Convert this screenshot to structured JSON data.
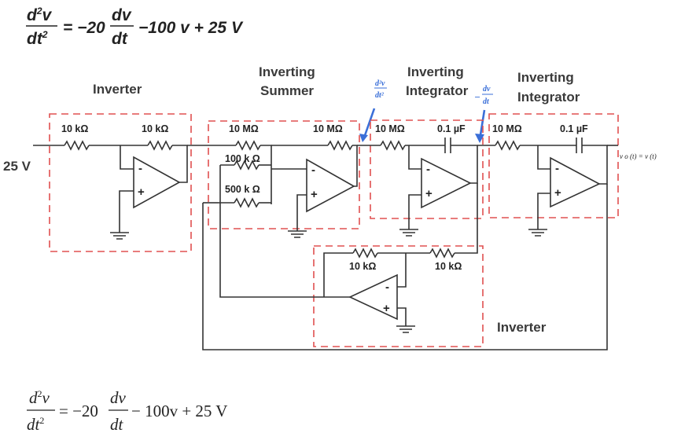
{
  "equation_top": {
    "num1": "d",
    "num1_sup": "2",
    "num1_var": "v",
    "den1": "dt",
    "den1_sup": "2",
    "eq_coeff": "= −20",
    "num2": "dv",
    "den2": "dt",
    "rest": "−100  v + 25 V"
  },
  "equation_bottom": {
    "num1": "d",
    "num1_sup": "2",
    "num1_var": "v",
    "den1": "dt",
    "den1_sup": "2",
    "eq_coeff": "= −20",
    "num2": "dv",
    "den2": "dt",
    "rest": "− 100v + 25 V"
  },
  "input_label": "25 V",
  "output_label": "v o (t) = v (t)",
  "stages": {
    "inverter1": {
      "title": "Inverter",
      "r_in": "10 kΩ",
      "r_f": "10 kΩ"
    },
    "summer": {
      "title_line1": "Inverting",
      "title_line2": "Summer",
      "r_a": "10 MΩ",
      "r_b": "100 k Ω",
      "r_c": "500 k Ω",
      "r_f": "10 MΩ"
    },
    "integrator1": {
      "title_line1": "Inverting",
      "title_line2": "Integrator",
      "r": "10 MΩ",
      "c": "0.1 µF"
    },
    "integrator2": {
      "title_line1": "Inverting",
      "title_line2": "Integrator",
      "r": "10 MΩ",
      "c": "0.1 µF"
    },
    "inverter2": {
      "title": "Inverter",
      "r_in": "10 kΩ",
      "r_f": "10 kΩ"
    }
  },
  "annotations": {
    "second_derivative": {
      "num": "d²v",
      "den": "dt²"
    },
    "first_derivative": {
      "sign": "−",
      "num": "dv",
      "den": "dt"
    }
  },
  "colors": {
    "box": "#e05050",
    "annotation": "#3a6fd8",
    "wire": "#333333"
  }
}
